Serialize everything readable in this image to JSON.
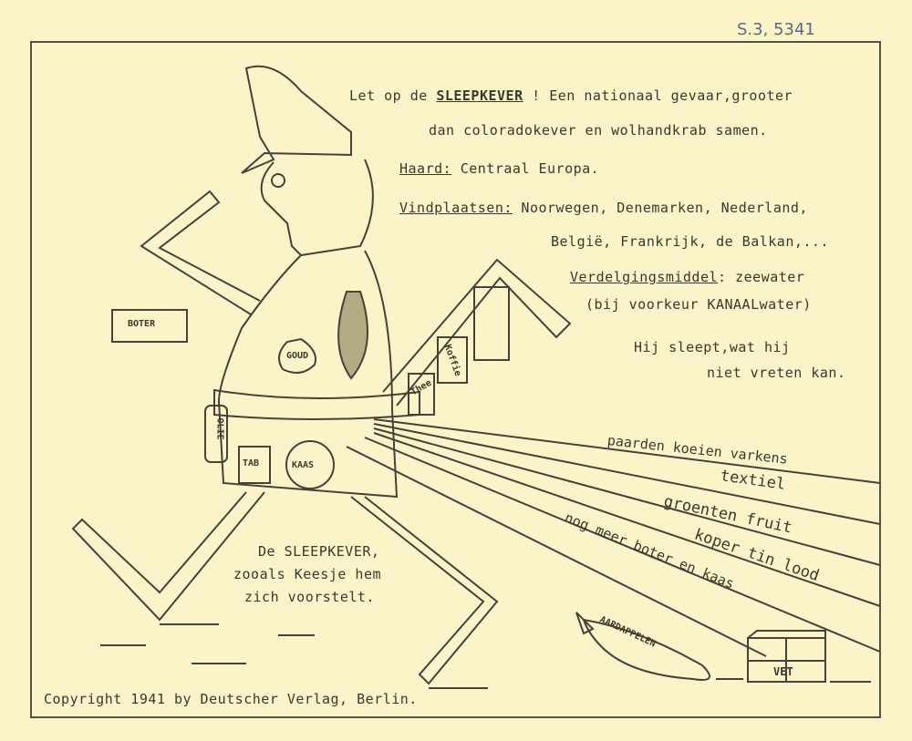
{
  "archive_mark": "S.3, 5341",
  "heading": {
    "prefix": "Let op de ",
    "highlight": "SLEEPKEVER",
    "suffix": " !  Een nationaal gevaar,grooter",
    "line2": "dan coloradokever en wolhandkrab samen."
  },
  "haard": {
    "label": "Haard:",
    "value": " Centraal Europa."
  },
  "vindplaatsen": {
    "label": "Vindplaatsen:",
    "value": " Noorwegen, Denemarken, Nederland,",
    "line2": "België, Frankrijk, de Balkan,..."
  },
  "verdelging": {
    "label": "Verdelgingsmiddel",
    "value": ": zeewater",
    "line2": "(bij voorkeur KANAALwater)"
  },
  "motto": {
    "line1": "Hij sleept,wat hij",
    "line2": "niet vreten kan."
  },
  "caption": {
    "line1": "De SLEEPKEVER,",
    "line2": "zooals Keesje hem",
    "line3": "zich voorstelt."
  },
  "copyright": "Copyright 1941 by Deutscher Verlag, Berlin.",
  "loot_streams": [
    "paarden  koeien  varkens",
    "textiel",
    "groenten  fruit",
    "koper  tin  lood",
    "nog meer boter en kaas"
  ],
  "loot_items": {
    "boter": "BOTER",
    "goud": "GOUD",
    "olie": "OLIE",
    "tabak": "TAB",
    "kaas": "KAAS",
    "thee": "Thee",
    "koffie": "Koffie",
    "aardappelen": "AARDAPPELEN",
    "vet": "VET"
  }
}
